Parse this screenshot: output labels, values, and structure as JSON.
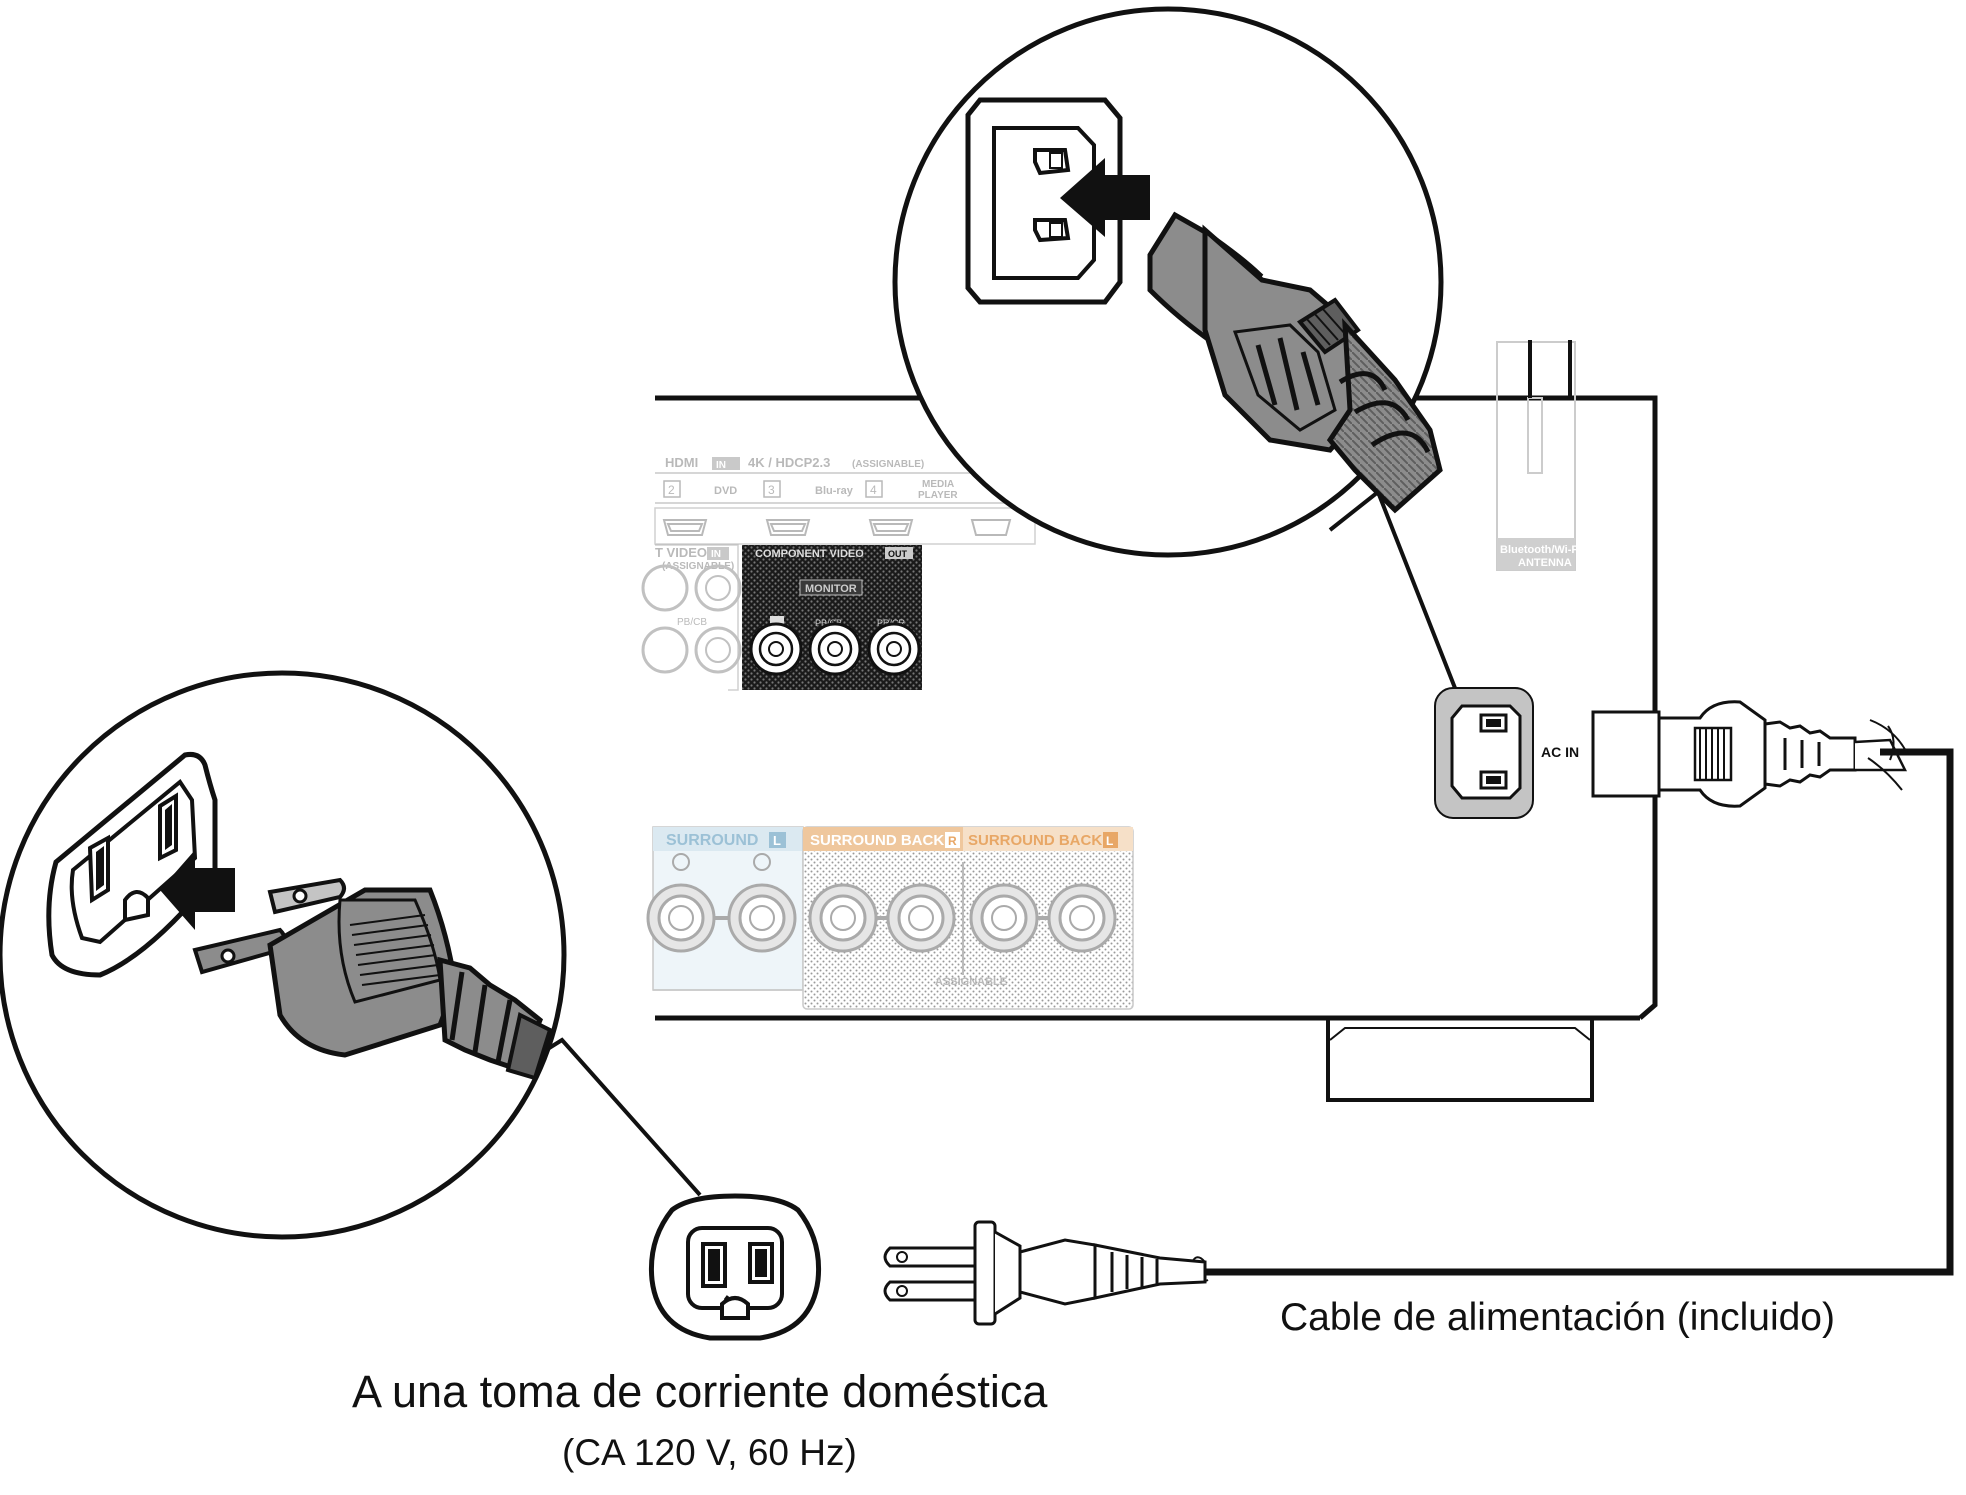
{
  "captions": {
    "cable": "Cable de alimentación (incluido)",
    "outlet": "A una toma de corriente doméstica",
    "spec": "(CA 120 V, 60 Hz)"
  },
  "panel_labels": {
    "hdmi": "HDMI",
    "hdmi_in": "IN",
    "hdcp": "4K / HDCP2.3",
    "assignable": "(ASSIGNABLE)",
    "input_2": "2",
    "input_dvd": "DVD",
    "input_3": "3",
    "input_bluray": "Blu-ray",
    "input_4": "4",
    "input_media_1": "MEDIA",
    "input_media_2": "PLAYER",
    "video_in": "T VIDEO",
    "video_in_badge": "IN",
    "video_in_assignable": "(ASSIGNABLE)",
    "component_video": "COMPONENT VIDEO",
    "component_out": "OUT",
    "monitor": "MONITOR",
    "pr_cr": "PR/CR",
    "pb_cb": "PB/CB",
    "pb_cb_left": "PB/CB",
    "surround": "SURROUND",
    "surround_badge": "L",
    "surround_back_r": "SURROUND BACK",
    "surround_back_r_badge": "R",
    "surround_back_l": "SURROUND BACK",
    "surround_back_l_badge": "L",
    "assignable_bottom": "ASSIGNABLE",
    "bt_antenna_1": "Bluetooth/Wi-Fi",
    "bt_antenna_2": "ANTENNA",
    "ac_in": "AC IN"
  },
  "colors": {
    "line": "#111111",
    "faded_gray": "#c8c8c8",
    "faded_fill": "#e6e6e6",
    "surround_blue": "#dbe9f1",
    "surround_text_blue": "#9cc1d6",
    "surround_back_orange": "#efc79d",
    "surround_back_text": "#e8a766",
    "plug_gray": "#8c8c8c",
    "plug_dark": "#5e5e5e",
    "socket_gray": "#c4c4c4"
  }
}
